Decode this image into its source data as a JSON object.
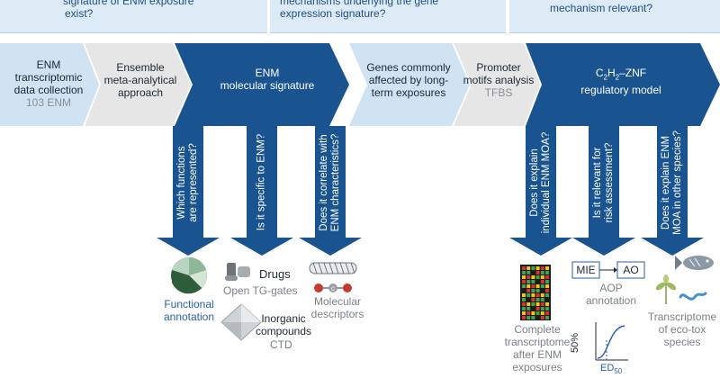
{
  "top_questions": [
    "signature of ENM exposure",
    "exist?",
    "mechanisms underlying the gene",
    "expression signature?",
    "mechanism relevant?"
  ],
  "stages": [
    {
      "line1": "ENM",
      "line2": "transcriptomic",
      "line3": "data collection",
      "sub": "103 ENM"
    },
    {
      "line1": "Ensemble",
      "line2": "meta-analytical",
      "line3": "approach"
    },
    {
      "line1": "ENM",
      "line2": "molecular signature"
    },
    {
      "line1": "Genes commonly",
      "line2": "affected by long-",
      "line3": "term exposures"
    },
    {
      "line1": "Promoter",
      "line2": "motifs analysis",
      "sub": "TFBS"
    },
    {
      "line1": "C",
      "sub1": "2",
      "mid": "H",
      "sub2": "2",
      "tail": "–ZNF",
      "line2": "regulatory model"
    }
  ],
  "down_arrows": [
    {
      "l1": "Which functions",
      "l2": "are represented?"
    },
    {
      "l1": "Is it specific to ENM?"
    },
    {
      "l1": "Does it correlate with",
      "l2": "ENM characteristics?"
    },
    {
      "l1": "Does it explain",
      "l2": "individual ENM MOA?"
    },
    {
      "l1": "Is it relevant for",
      "l2": "risk assessment?"
    },
    {
      "l1": "Does it explain ENM",
      "l2": "MOA in other species?"
    }
  ],
  "outputs": {
    "functional": {
      "l1": "Functional",
      "l2": "annotation"
    },
    "drugs": {
      "title": "Drugs",
      "sub": "Open TG-gates"
    },
    "inorganic": {
      "l1": "Inorganic",
      "l2": "compounds",
      "sub": "CTD"
    },
    "molecular": {
      "l1": "Molecular",
      "l2": "descriptors"
    },
    "transcriptome": {
      "l1": "Complete",
      "l2": "transcriptome",
      "l3": "after ENM",
      "l4": "exposures"
    },
    "aop": {
      "mie": "MIE",
      "ao": "AO",
      "l1": "AOP",
      "l2": "annotation",
      "y_label": "50%",
      "ed": "ED",
      "ed_sub": "50"
    },
    "ecotox": {
      "l1": "Transcriptome",
      "l2": "of eco-tox",
      "l3": "species"
    }
  },
  "colors": {
    "dark_blue": "#1a5490",
    "light_blue": "#cfe3f3",
    "gray_arrow": "#e6e6e6",
    "question_bg": "#dcebf6",
    "accent_text": "#2a5da8"
  }
}
